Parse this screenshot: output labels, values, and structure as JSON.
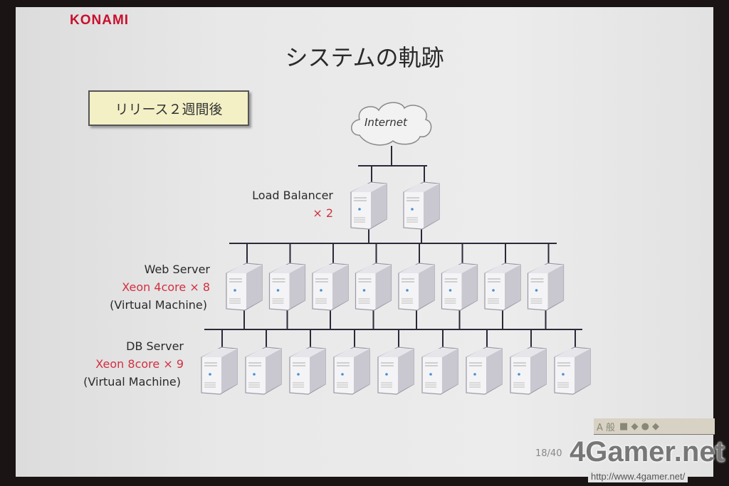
{
  "slide": {
    "logo": "KONAMI",
    "title": "システムの軌跡",
    "badge": "リリース２週間後",
    "page_number": "18/40"
  },
  "network": {
    "internet_label": "Internet",
    "load_balancer": {
      "label": "Load Balancer",
      "count_label": "× 2",
      "count": 2
    },
    "web_server": {
      "label": "Web Server",
      "spec": "Xeon 4core × 8",
      "note": "(Virtual Machine)",
      "count": 8
    },
    "db_server": {
      "label": "DB Server",
      "spec": "Xeon 8core × 9",
      "note": "(Virtual Machine)",
      "count": 9
    }
  },
  "watermark": {
    "brand": "4Gamer.net",
    "url": "http://www.4gamer.net/",
    "rating_label": "A 般"
  }
}
